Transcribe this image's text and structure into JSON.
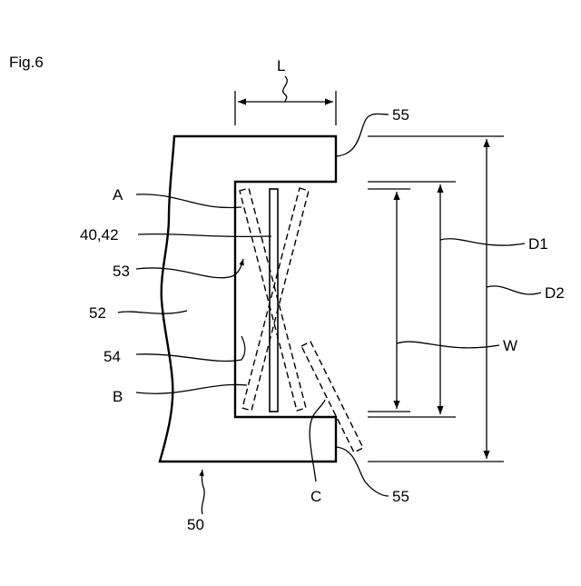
{
  "figure": {
    "title": "Fig.6",
    "labels": {
      "L": "L",
      "n55_top": "55",
      "A": "A",
      "n40_42": "40,42",
      "n53": "53",
      "n52": "52",
      "n54": "54",
      "B": "B",
      "C": "C",
      "n55_bottom": "55",
      "n50": "50",
      "D1": "D1",
      "D2": "D2",
      "W": "W"
    }
  }
}
